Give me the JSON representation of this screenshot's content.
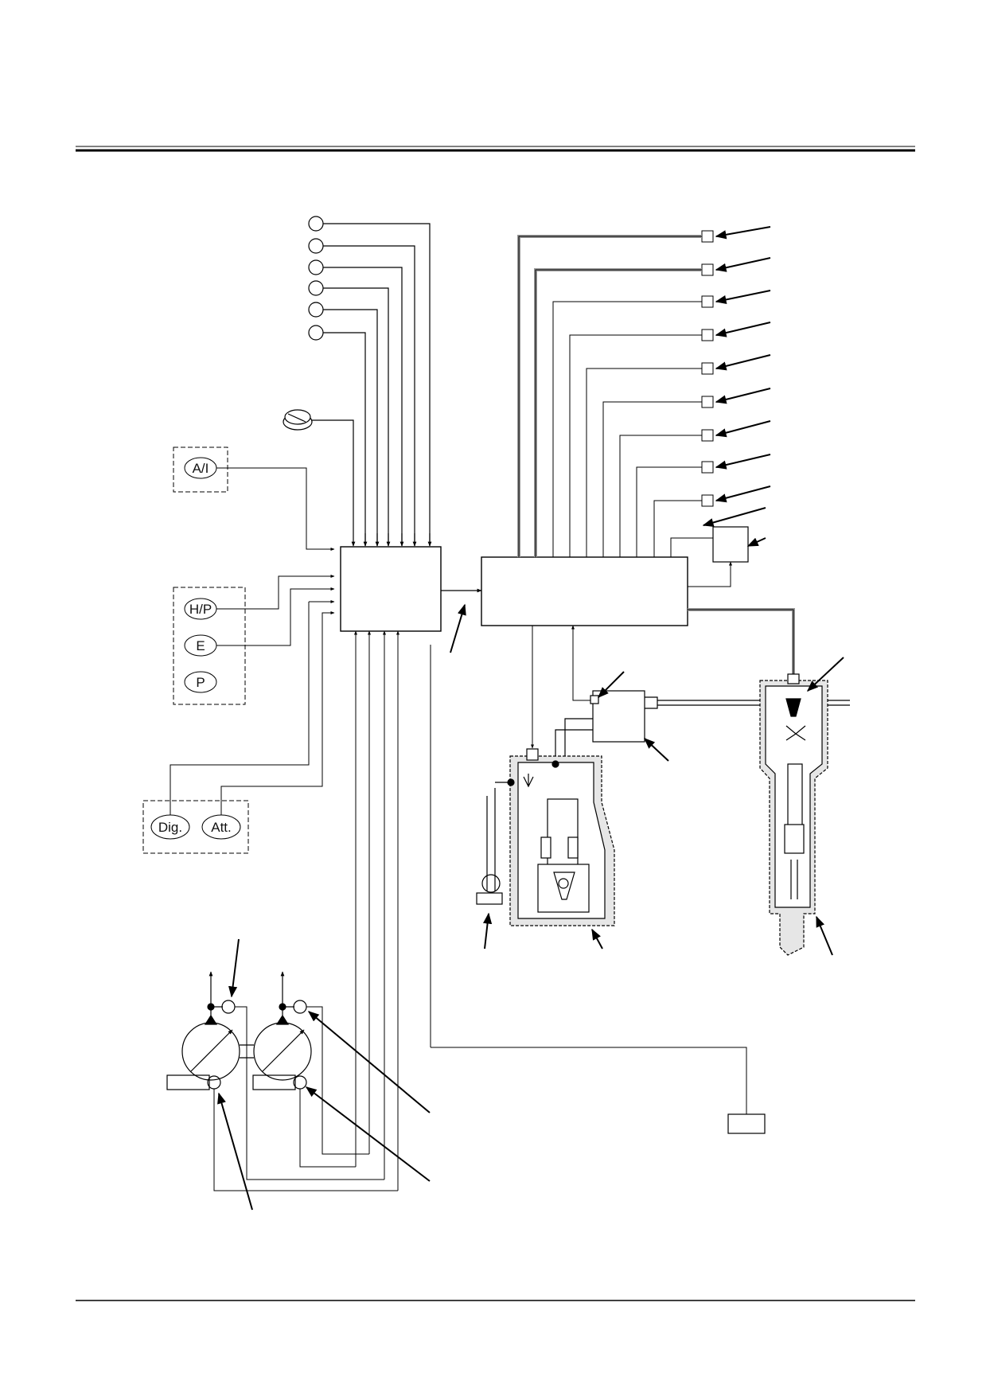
{
  "labels": {
    "aux_input": "A/I",
    "hp_mode": "H/P",
    "e_mode": "E",
    "p_mode": "P",
    "dig_switch": "Dig.",
    "att_switch": "Att."
  }
}
